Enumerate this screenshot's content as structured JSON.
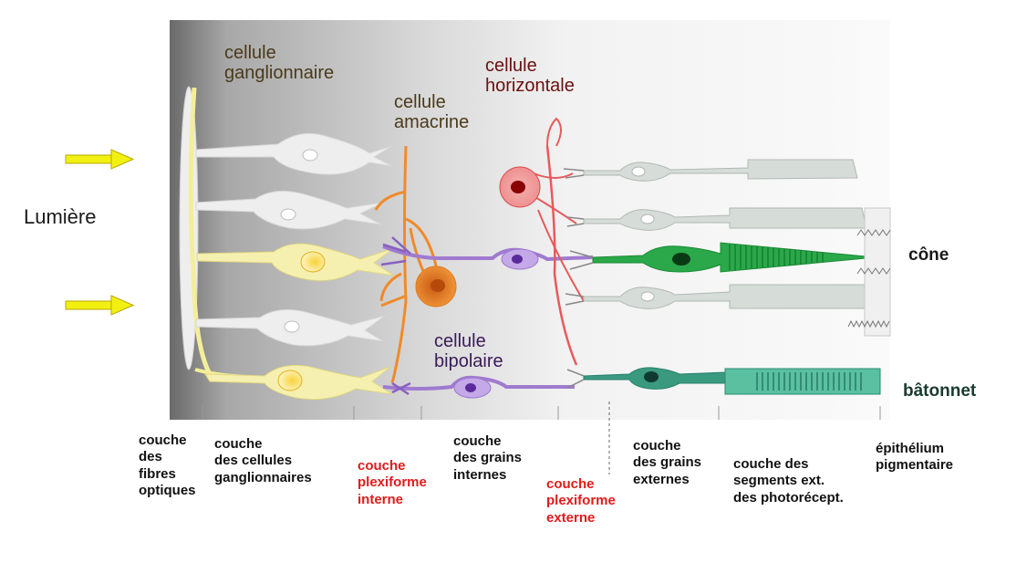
{
  "light_label": "Lumière",
  "cell_labels": {
    "ganglion": "cellule\nganglionnaire",
    "amacrine": "cellule\namacrine",
    "horizontal": "cellule\nhorizontale",
    "bipolar": "cellule\nbipolaire"
  },
  "photoreceptor_labels": {
    "cone": "cône",
    "rod": "bâtonnet"
  },
  "layer_labels": [
    {
      "text": "couche\ndes\nfibres\noptiques",
      "highlight": false
    },
    {
      "text": "couche\ndes cellules\nganglionnaires",
      "highlight": false
    },
    {
      "text": "couche\nplexiforme\ninterne",
      "highlight": true
    },
    {
      "text": "couche\ndes grains\ninternes",
      "highlight": false
    },
    {
      "text": "couche\nplexiforme\nexterne",
      "highlight": true
    },
    {
      "text": "couche\ndes grains\nexternes",
      "highlight": false
    },
    {
      "text": "couche des\nsegments ext.\ndes photorécept.",
      "highlight": false
    },
    {
      "text": "épithélium\npigmentaire",
      "highlight": false
    }
  ],
  "colors": {
    "ganglion_active": "#f0e9a0",
    "ganglion_inactive": "#ececec",
    "amacrine": "#f08a2a",
    "horizontal": "#e85a5a",
    "bipolar": "#a07ad0",
    "cone": "#2aa84a",
    "rod": "#3a9a80",
    "inactive_photoreceptor": "#d6dcd8",
    "layer_highlight": "#e11b1b"
  }
}
